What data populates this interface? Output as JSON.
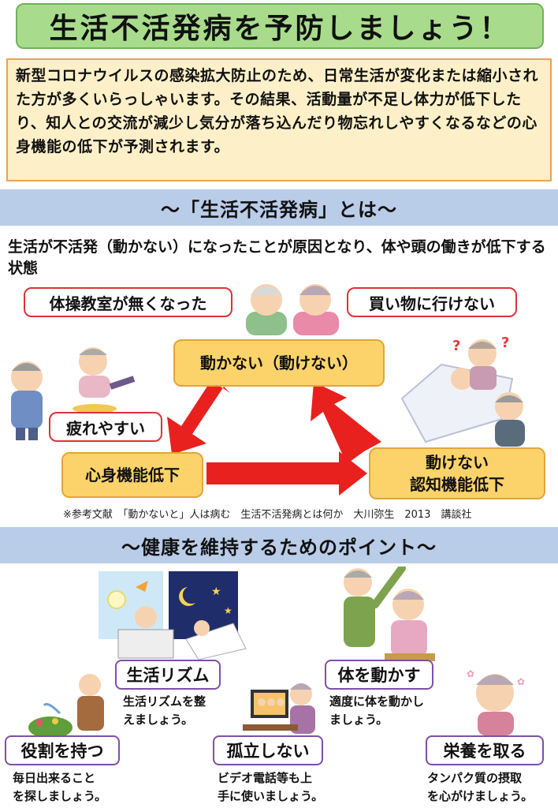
{
  "header": {
    "title": "生活不活発病を予防しましょう！"
  },
  "intro": {
    "text": "新型コロナウイルスの感染拡大防止のため、日常生活が変化または縮小された方が多くいらっしゃいます。その結果、活動量が不足し体力が低下したり、知人との交流が減少し気分が落ち込んだり物忘れしやすくなるなどの心身機能の低下が予測されます。"
  },
  "section1": {
    "heading": "～「生活不活発病」とは～",
    "description": "生活が不活発（動かない）になったことが原因となり、体や頭の働きが低下する状態",
    "bubbles": {
      "left": "体操教室が無くなった",
      "right": "買い物に行けない",
      "tired": "疲れやすい"
    },
    "cycle": {
      "top": "動かない（動けない）",
      "left": "心身機能低下",
      "right_line1": "動けない",
      "right_line2": "認知機能低下"
    },
    "reference": "※参考文献　「動かないと」人は病む　生活不活発病とは何か　大川弥生　2013　講談社"
  },
  "section2": {
    "heading": "～健康を維持するためのポイント～",
    "points": {
      "rhythm": {
        "title": "生活リズム",
        "line1": "生活リズムを整",
        "line2": "えましょう。"
      },
      "move": {
        "title": "体を動かす",
        "line1": "適度に体を動かし",
        "line2": "ましょう。"
      },
      "role": {
        "title": "役割を持つ",
        "line1": "毎日出来ること",
        "line2": "を探しましょう。"
      },
      "isolation": {
        "title": "孤立しない",
        "line1": "ビデオ電話等も上",
        "line2": "手に使いましょう。"
      },
      "nutrition": {
        "title": "栄養を取る",
        "line1": "タンパク質の摂取",
        "line2": "を心がけましょう。"
      }
    }
  },
  "colors": {
    "title_bg": "#a8dc8c",
    "intro_bg": "#fdf0c8",
    "band_bg": "#b9cce8",
    "cycle_box": "#fbd36a",
    "arrow": "#e8211f",
    "bubble_border": "#d9333a",
    "point_border": "#7e4fa8"
  },
  "illustrations": [
    "elderly-couple",
    "tired-elderly-man",
    "falling-elderly-woman",
    "bedridden-elderly",
    "day-night-sleeping",
    "stretching-couple",
    "watering-plants",
    "video-call",
    "smiling-elderly-woman"
  ]
}
